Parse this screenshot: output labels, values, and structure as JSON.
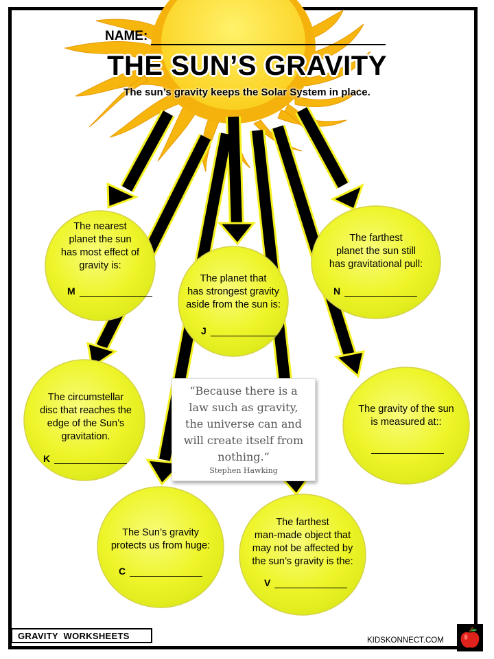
{
  "header": {
    "name_label": "NAME:",
    "title": "THE SUN’S GRAVITY",
    "subtitle": "The sun’s gravity keeps the Solar System in place."
  },
  "questions": [
    {
      "id": "M",
      "lines": [
        "The nearest",
        "planet the sun",
        "has most effect of",
        "gravity is:"
      ],
      "letter": "M"
    },
    {
      "id": "J",
      "lines": [
        "The planet that",
        "has strongest gravity",
        "aside from the sun is:"
      ],
      "letter": "J"
    },
    {
      "id": "N",
      "lines": [
        "The farthest",
        "planet the sun still",
        "has gravitational pull:"
      ],
      "letter": "N"
    },
    {
      "id": "K",
      "lines": [
        "The circumstellar",
        "disc that reaches the",
        "edge of the Sun’s",
        "gravitation."
      ],
      "letter": "K"
    },
    {
      "id": "G",
      "lines": [
        "The gravity of the sun",
        "is measured at::"
      ],
      "letter": ""
    },
    {
      "id": "C",
      "lines": [
        "The Sun’s gravity",
        "protects us from huge:"
      ],
      "letter": "C"
    },
    {
      "id": "V",
      "lines": [
        "The farthest",
        "man-made object that",
        "may not be affected by",
        "the sun’s gravity is the:"
      ],
      "letter": "V"
    }
  ],
  "quote": {
    "lines": [
      "“Because there is a",
      "law such as gravity,",
      "the universe can and",
      "will create itself from",
      "nothing.”"
    ],
    "author": "Stephen Hawking"
  },
  "footer": {
    "label": "GRAVITY  WORKSHEETS",
    "site": "KIDSKONNECT.COM",
    "logo_icon": "apple-icon"
  },
  "colors": {
    "circle": "#eef52a",
    "sun": "#f7b60d",
    "arrow": "#000000",
    "arrow_outline": "#f5f020"
  }
}
